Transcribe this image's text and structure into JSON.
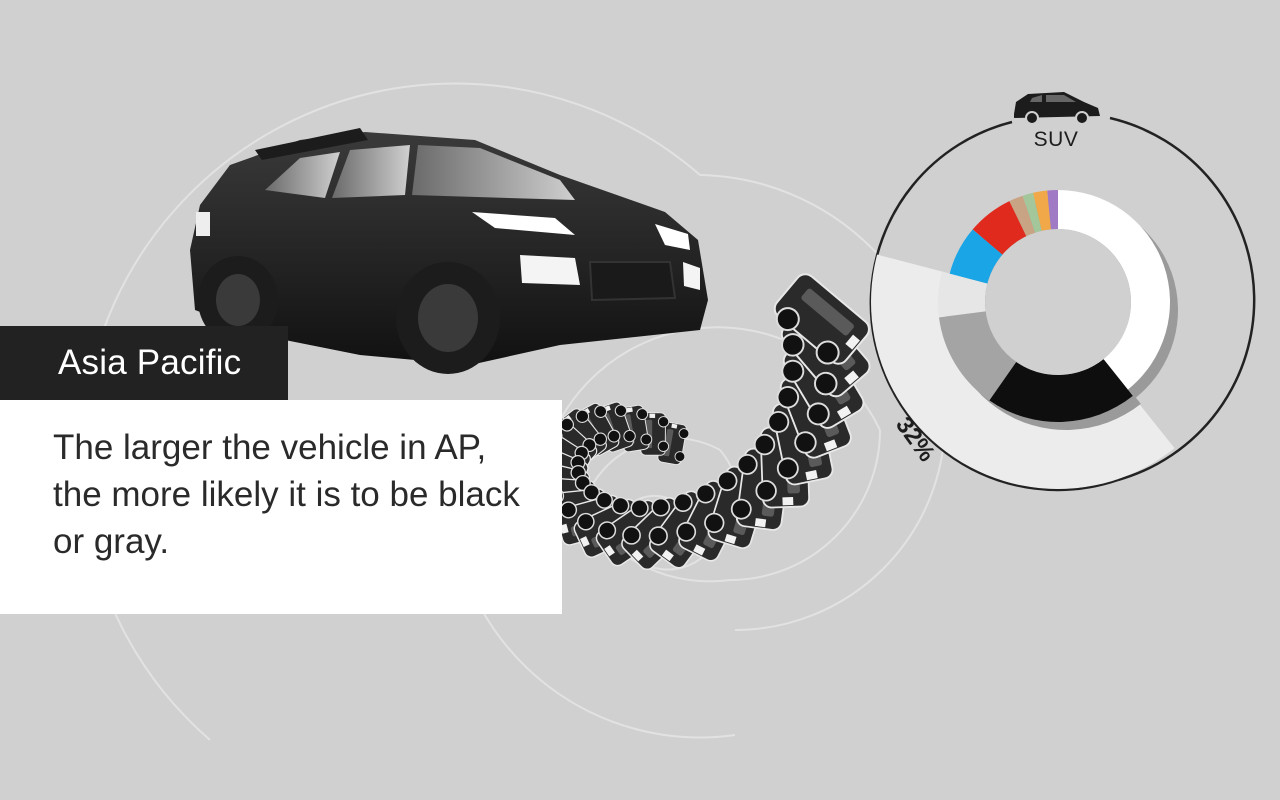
{
  "region": "Asia Pacific",
  "caption": "The larger the vehicle in AP, the more likely it is to be black or gray.",
  "chart_data": {
    "type": "pie",
    "category": "SUV",
    "highlight_label": "32%",
    "slices": [
      {
        "color_name": "white",
        "value": 38.5,
        "hex": "#ffffff"
      },
      {
        "color_name": "black",
        "value": 20,
        "hex": "#0e0e0e"
      },
      {
        "color_name": "gray",
        "value": 13,
        "hex": "#a4a4a4"
      },
      {
        "color_name": "silver",
        "value": 6,
        "hex": "#e6e6e6"
      },
      {
        "color_name": "blue",
        "value": 7,
        "hex": "#1aa6e6"
      },
      {
        "color_name": "red",
        "value": 6.5,
        "hex": "#e02a1e"
      },
      {
        "color_name": "brown/beige",
        "value": 2,
        "hex": "#c8a484"
      },
      {
        "color_name": "green",
        "value": 1.5,
        "hex": "#a3c79b"
      },
      {
        "color_name": "yellow/gold",
        "value": 2,
        "hex": "#f0a848"
      },
      {
        "color_name": "other",
        "value": 1.5,
        "hex": "#a07ac4"
      }
    ],
    "highlight_slices": [
      "black",
      "gray",
      "silver"
    ],
    "highlight_value": 32
  },
  "icons": {
    "vehicle": "suv-icon"
  }
}
